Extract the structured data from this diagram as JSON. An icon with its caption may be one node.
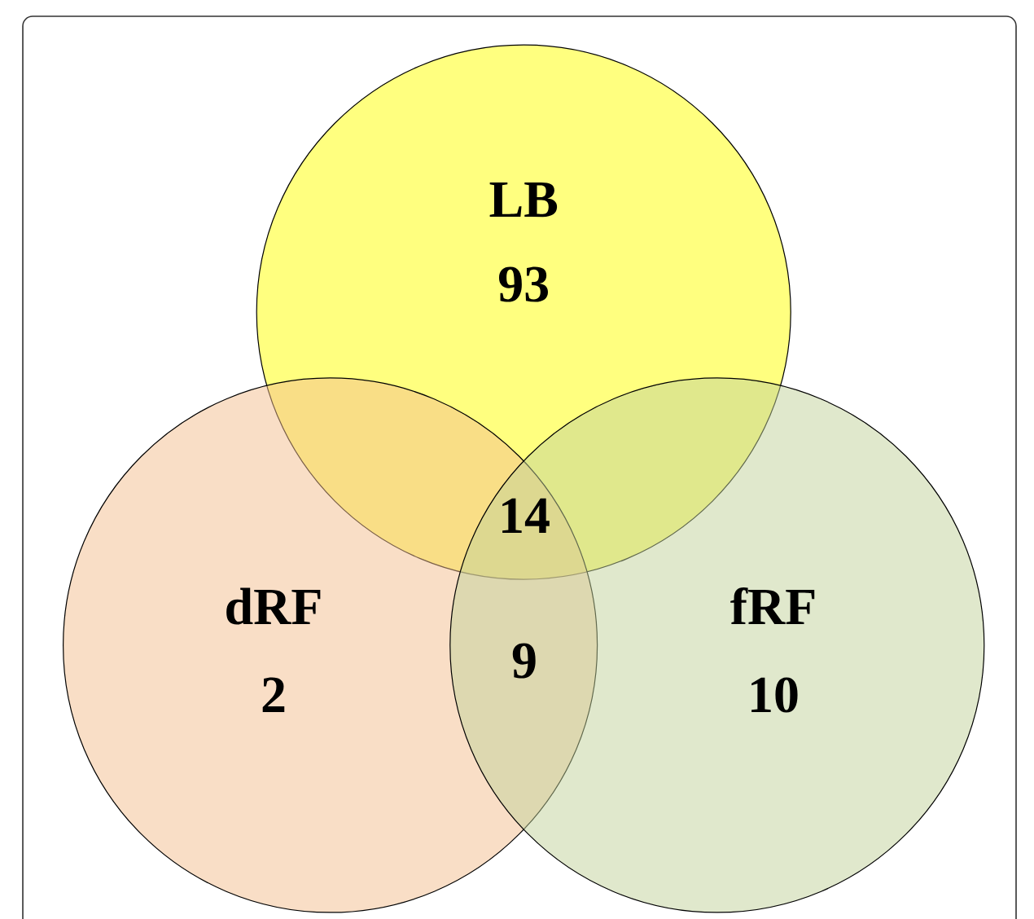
{
  "diagram": {
    "nodes": [
      {
        "text": [
          "LB",
          "93"
        ]
      },
      {
        "text": [
          "dRF",
          "2"
        ]
      },
      {
        "text": [
          "fRF",
          "10"
        ]
      }
    ],
    "labels": [
      "14",
      "9"
    ]
  }
}
